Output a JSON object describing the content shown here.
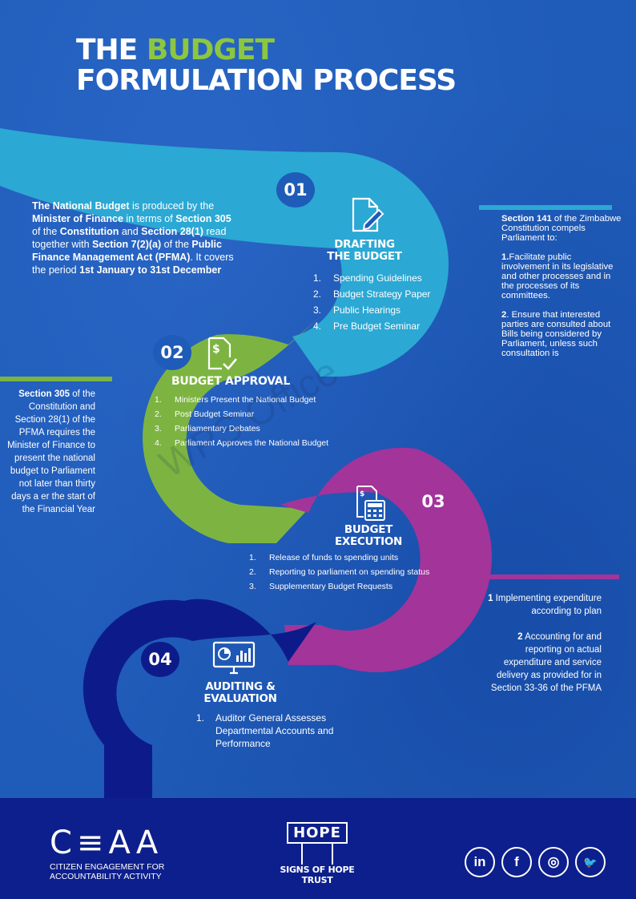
{
  "title": {
    "line1_prefix": "THE ",
    "line1_accent": "BUDGET",
    "line2": "FORMULATION PROCESS"
  },
  "colors": {
    "background": "#1f5bb8",
    "accent_green": "#8dc63f",
    "step1": "#2ba8d4",
    "step2": "#7db441",
    "step3": "#a3349a",
    "step4": "#0d1b8a",
    "footer": "#0d1f8c"
  },
  "intro": {
    "t1": "The National Budget",
    "t2": " is produced by the ",
    "t3": "Minister of Finance",
    "t4": " in terms of ",
    "t5": "Section 305",
    "t6": " of the ",
    "t7": "Constitution",
    "t8": " and ",
    "t9": "Section 28(1)",
    "t10": " read together with ",
    "t11": "Section 7(2)(a)",
    "t12": " of the ",
    "t13": "Public Finance Management Act (PFMA)",
    "t14": ". It covers the period ",
    "t15": "1st January to 31st December"
  },
  "steps": [
    {
      "number": "01",
      "icon": "document-pen-icon",
      "heading_line1": "DRAFTING",
      "heading_line2": "THE BUDGET",
      "items": [
        {
          "n": "1.",
          "text": "Spending Guidelines"
        },
        {
          "n": "2.",
          "text": "Budget  Strategy Paper"
        },
        {
          "n": "3.",
          "text": "Public Hearings"
        },
        {
          "n": "4.",
          "text": "Pre Budget Seminar"
        }
      ]
    },
    {
      "number": "02",
      "icon": "document-dollar-check-icon",
      "heading": "BUDGET APPROVAL",
      "items": [
        {
          "n": "1.",
          "text": "Ministers Present the National Budget"
        },
        {
          "n": "2.",
          "text": "Post Budget Seminar"
        },
        {
          "n": "3.",
          "text": "Parliamentary Debates"
        },
        {
          "n": "4.",
          "text": "Parliament Approves the National Budget"
        }
      ]
    },
    {
      "number": "03",
      "icon": "calculator-document-icon",
      "heading_line1": "BUDGET",
      "heading_line2": "EXECUTION",
      "items": [
        {
          "n": "1.",
          "text": "Release of funds  to spending units"
        },
        {
          "n": "2.",
          "text": "Reporting to parliament on spending status"
        },
        {
          "n": "3.",
          "text": "Supplementary Budget Requests"
        }
      ]
    },
    {
      "number": "04",
      "icon": "monitor-analytics-icon",
      "heading_line1": "AUDITING &",
      "heading_line2": "EVALUATION",
      "items": [
        {
          "n": "1.",
          "text_line1": "Auditor General Assesses",
          "text_line2": "Departmental Accounts and",
          "text_line3": "Performance"
        }
      ]
    }
  ],
  "section141": {
    "lead_bold": "Section 141",
    "lead_rest": " of the Zimbabwe Constitution compels Parliament to:",
    "p1_bold": "1.",
    "p1_rest": "Facilitate public involvement in its legislative and other processes and in the processes of its committees.",
    "p2_bold": "2",
    "p2_rest": ". Ensure that interested parties are consulted about Bills being considered by Parliament, unless such consultation is"
  },
  "section305": {
    "lead_bold": "Section 305",
    "rest": " of the Constitution and Section 28(1) of the PFMA requires the Minister of Finance to present the national budget to Parliament not later than thirty days a er the start of the Financial Year"
  },
  "implementation": {
    "p1_bold": "1",
    "p1_rest": " Implementing expenditure according to plan",
    "p2_bold": "2",
    "p2_rest": " Accounting for and reporting on actual expenditure and service delivery as provided for in Section 33-36 of the PFMA"
  },
  "watermark": "WPS Office",
  "footer": {
    "ceaa_logo": "C≡AA",
    "ceaa_line1": "CITIZEN ENGAGEMENT FOR",
    "ceaa_line2": "ACCOUNTABILITY ACTIVITY",
    "hope_logo": "HOPE",
    "hope_name": "SIGNS OF HOPE TRUST",
    "social": [
      {
        "icon": "linkedin-icon",
        "label": "in"
      },
      {
        "icon": "facebook-icon",
        "label": "f"
      },
      {
        "icon": "instagram-icon",
        "label": "◎"
      },
      {
        "icon": "twitter-icon",
        "label": "🐦"
      }
    ]
  }
}
